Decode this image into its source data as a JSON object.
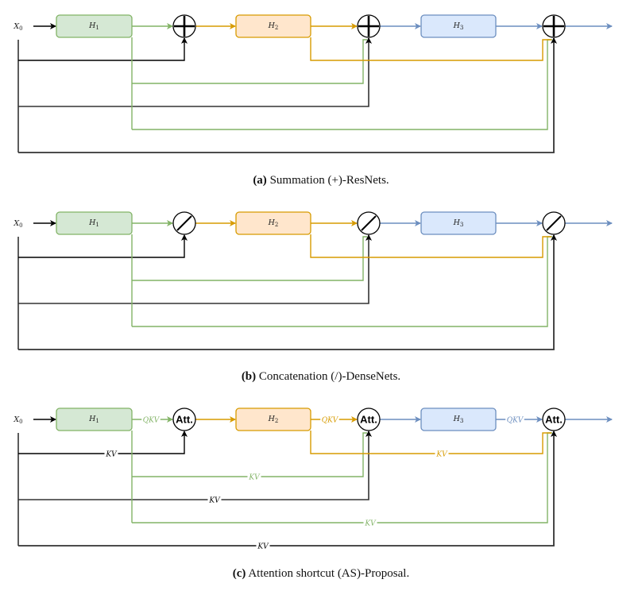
{
  "figure": {
    "input_label": "X",
    "input_sub": "0",
    "blocks": [
      {
        "name": "H",
        "sub": "1",
        "fill": "#d5e8d4",
        "stroke": "#82b366"
      },
      {
        "name": "H",
        "sub": "2",
        "fill": "#ffe6cc",
        "stroke": "#d79b00"
      },
      {
        "name": "H",
        "sub": "3",
        "fill": "#dae8fc",
        "stroke": "#6c8ebf"
      }
    ],
    "colors": {
      "input": "#000000",
      "green": "#82b366",
      "orange": "#d79b00",
      "blue": "#6c8ebf",
      "black_skip": "#333333"
    },
    "panels": [
      {
        "id": "a",
        "operator": "plus",
        "caption_tag": "(a)",
        "caption_text": " Summation (+)-ResNets.",
        "edge_labels": null
      },
      {
        "id": "b",
        "operator": "slash",
        "caption_tag": "(b)",
        "caption_text": " Concatenation (/)-DenseNets.",
        "edge_labels": null
      },
      {
        "id": "c",
        "operator": "attention",
        "operator_label": "Att.",
        "caption_tag": "(c)",
        "caption_text": " Attention shortcut (AS)-Proposal.",
        "edge_labels": {
          "forward": "QKV",
          "skip": "KV"
        }
      }
    ]
  }
}
